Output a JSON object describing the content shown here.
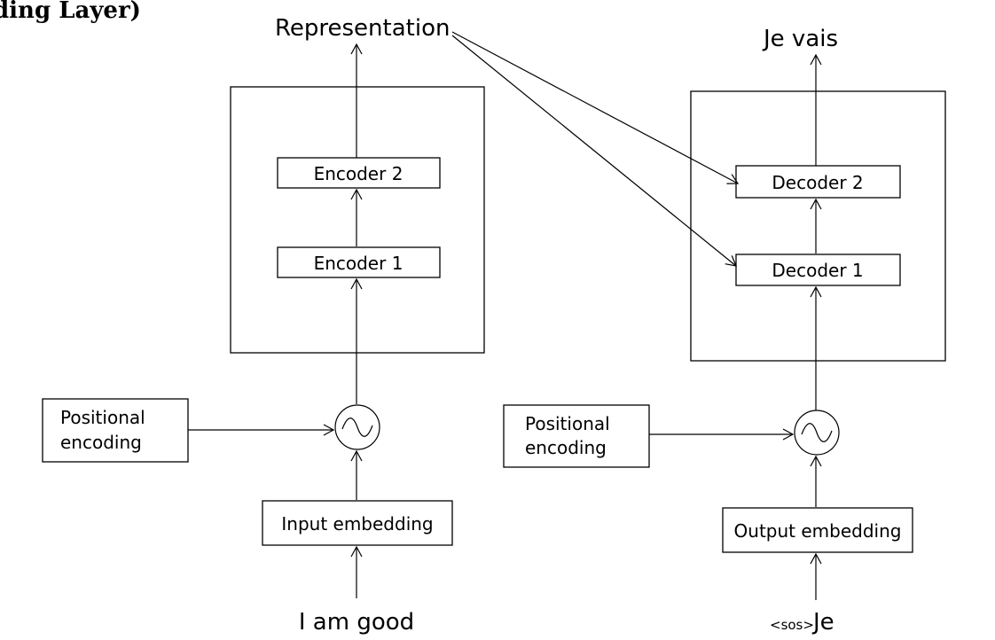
{
  "header_fragment": "ding Layer)",
  "labels": {
    "representation": "Representation",
    "output_words": "Je vais",
    "encoder_2": "Encoder 2",
    "encoder_1": "Encoder 1",
    "decoder_2": "Decoder 2",
    "decoder_1": "Decoder 1",
    "enc_pos_line1": "Positional",
    "enc_pos_line2": "encoding",
    "dec_pos_line1": "Positional",
    "dec_pos_line2": "encoding",
    "input_embedding": "Input embedding",
    "output_embedding": "Output embedding",
    "input_words": "I am good",
    "sos_token": "<sos>",
    "decoder_input_word": "Je"
  },
  "icons": {
    "enc_combine": "sine-wave-add-icon",
    "dec_combine": "sine-wave-add-icon"
  }
}
